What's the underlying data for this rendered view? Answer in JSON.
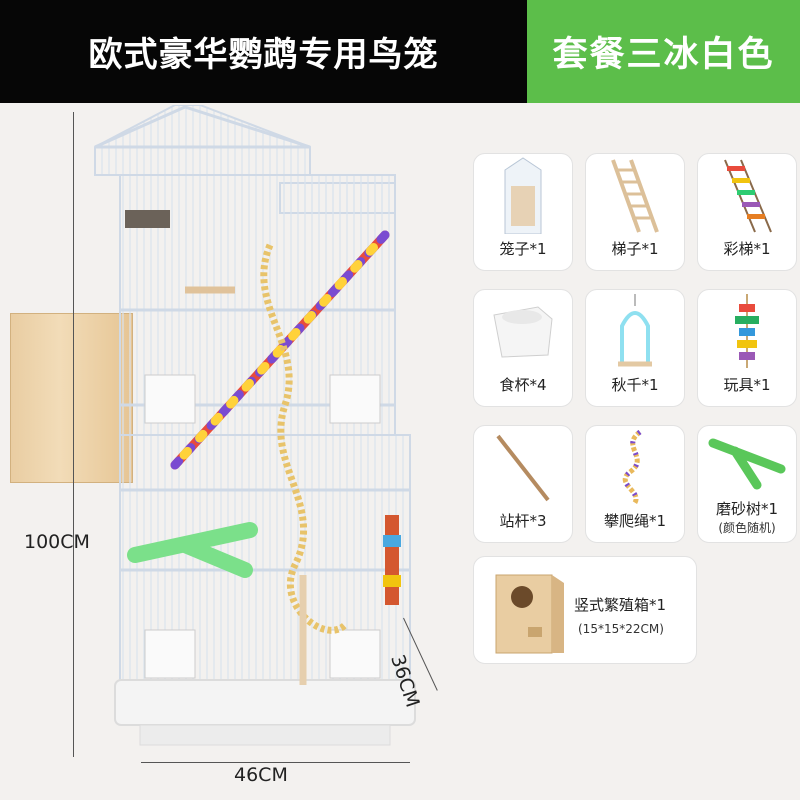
{
  "header": {
    "title": "欧式豪华鹦鹉专用鸟笼",
    "package": "套餐三冰白色"
  },
  "dimensions": {
    "height": "100CM",
    "width": "46CM",
    "depth": "36CM"
  },
  "accessories": [
    {
      "label": "笼子*1",
      "icon": "cage-icon"
    },
    {
      "label": "梯子*1",
      "icon": "ladder-icon"
    },
    {
      "label": "彩梯*1",
      "icon": "color-ladder-icon"
    },
    {
      "label": "食杯*4",
      "icon": "food-cup-icon"
    },
    {
      "label": "秋千*1",
      "icon": "swing-icon"
    },
    {
      "label": "玩具*1",
      "icon": "toy-icon"
    },
    {
      "label": "站杆*3",
      "icon": "perch-stick-icon"
    },
    {
      "label": "攀爬绳*1",
      "icon": "climbing-rope-icon"
    },
    {
      "label": "磨砂树*1",
      "note": "(颜色随机)",
      "icon": "sanding-tree-icon"
    }
  ],
  "nest_box": {
    "label": "竖式繁殖箱*1",
    "size": "(15*15*22CM)",
    "icon": "nest-box-icon"
  },
  "colors": {
    "header_dark": "#060606",
    "header_green": "#5cbe4a",
    "cage": "#dfe8f2"
  }
}
